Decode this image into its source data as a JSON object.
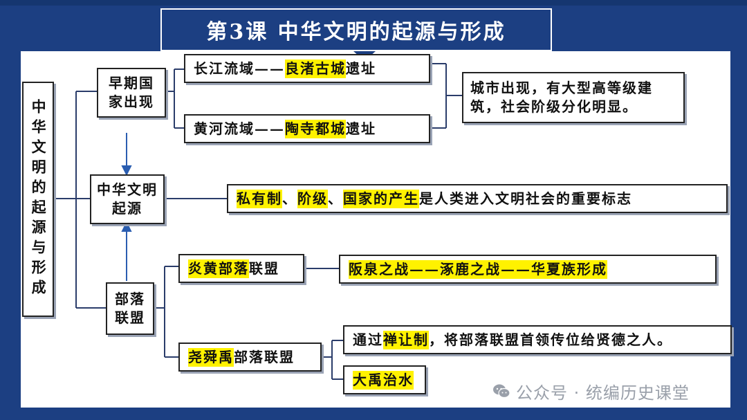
{
  "title": "第3课  中华文明的起源与形成",
  "root": "中华文明的起源与形成",
  "early_state": {
    "label": "早期国家出现"
  },
  "yangtze": {
    "prefix": "长江流域——",
    "site": "良渚古城",
    "suffix": "遗址"
  },
  "yellow_river": {
    "prefix": "黄河流域——",
    "site": "陶寺都城",
    "suffix": "遗址"
  },
  "cities_note": "城市出现，有大型高等级建筑，社会阶级分化明显。",
  "origin": {
    "label": "中华文明起源"
  },
  "markers": {
    "t1": "私有制",
    "s1": "、",
    "t2": "阶级",
    "s2": "、",
    "t3": "国家的产生",
    "rest": "是人类进入文明社会的重要标志"
  },
  "tribal": {
    "label": "部落联盟"
  },
  "yanhuang": {
    "hl": "炎黄部落",
    "rest": "联盟"
  },
  "battles": {
    "text": "阪泉之战——涿鹿之战——华夏族形成"
  },
  "yao": {
    "hl": "尧舜禹",
    "rest": "部落联盟"
  },
  "abdication": {
    "pre": "通过",
    "hl": "禅让制",
    "post": "，将部落联盟首领传位给贤德之人。"
  },
  "flood": {
    "text": "大禹治水"
  },
  "watermark": {
    "text": "公众号 · 统编历史课堂",
    "icon": "wechat-icon"
  },
  "colors": {
    "background": "#1c3f82",
    "highlight": "#fff200",
    "panel": "#ffffff"
  }
}
